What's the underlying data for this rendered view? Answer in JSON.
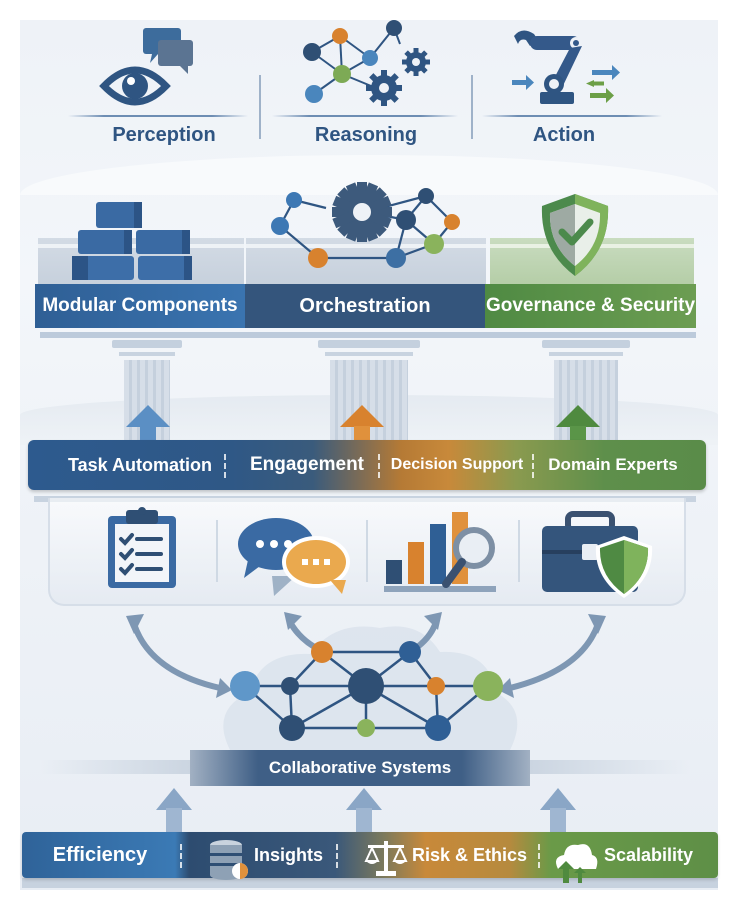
{
  "top_row": {
    "items": [
      {
        "label": "Perception",
        "icon": "eye-with-speech-bubbles-icon"
      },
      {
        "label": "Reasoning",
        "icon": "network-with-gears-icon"
      },
      {
        "label": "Action",
        "icon": "robotic-arm-icon"
      }
    ]
  },
  "architecture_row": {
    "items": [
      {
        "label": "Modular Components",
        "icon": "stacked-blocks-icon",
        "color": "#2f5f95"
      },
      {
        "label": "Orchestration",
        "icon": "gear-network-icon",
        "color": "#34557c"
      },
      {
        "label": "Governance & Security",
        "icon": "shield-check-icon",
        "color": "#5a8f47"
      }
    ]
  },
  "pillar_arrows": [
    {
      "color": "#5b8fc4"
    },
    {
      "color": "#d8822e"
    },
    {
      "color": "#4f8a3f"
    }
  ],
  "capabilities_band": {
    "items": [
      {
        "label": "Task Automation",
        "icon": "clipboard-checklist-icon"
      },
      {
        "label": "Engagement",
        "icon": "chat-bubbles-icon"
      },
      {
        "label": "Decision Support",
        "icon": "bar-chart-magnifier-icon"
      },
      {
        "label": "Domain Experts",
        "icon": "briefcase-shield-icon"
      }
    ]
  },
  "collaborative": {
    "label": "Collaborative Systems",
    "icon": "network-cloud-icon"
  },
  "bottom_band": {
    "items": [
      {
        "label": "Efficiency",
        "icon": ""
      },
      {
        "label": "Insights",
        "icon": "database-icon"
      },
      {
        "label": "Risk & Ethics",
        "icon": "scales-icon"
      },
      {
        "label": "Scalability",
        "icon": "cloud-upload-icon"
      }
    ]
  },
  "colors": {
    "primary_blue": "#2f5f95",
    "navy": "#34557c",
    "orange": "#d8822e",
    "green": "#5a8f47",
    "text_blue": "#2f5582"
  }
}
